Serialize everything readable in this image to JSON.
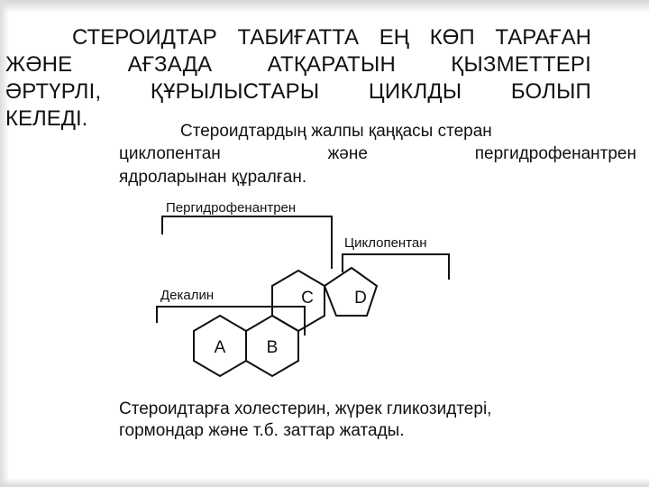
{
  "heading": {
    "line1": "СТЕРОИДТАР ТАБИҒАТТА ЕҢ КӨП ТАРАҒАН",
    "line2": "ЖӘНЕ АҒЗАДА АТҚАРАТЫН ҚЫЗМЕТТЕРІ",
    "line3": "ӘРТҮРЛІ, ҚҰРЫЛЫСТАРЫ ЦИКЛДЫ БОЛЫП",
    "line4": "КЕЛЕДІ."
  },
  "subtext": {
    "line1": "Стероидтардың жалпы қаңқасы стеран",
    "line2": "циклопентан және пергидрофенантрен",
    "line3": "ядроларынан құралған."
  },
  "diagram": {
    "label_pergidro": "Пергидрофенантрен",
    "label_cyclopentan": "Циклопентан",
    "label_dekalin": "Декалин",
    "ring_a": "A",
    "ring_b": "B",
    "ring_c": "C",
    "ring_d": "D"
  },
  "footer": {
    "line1": "Стероидтарға холестерин, жүрек гликозидтері,",
    "line2": "гормондар және т.б. заттар жатады."
  }
}
